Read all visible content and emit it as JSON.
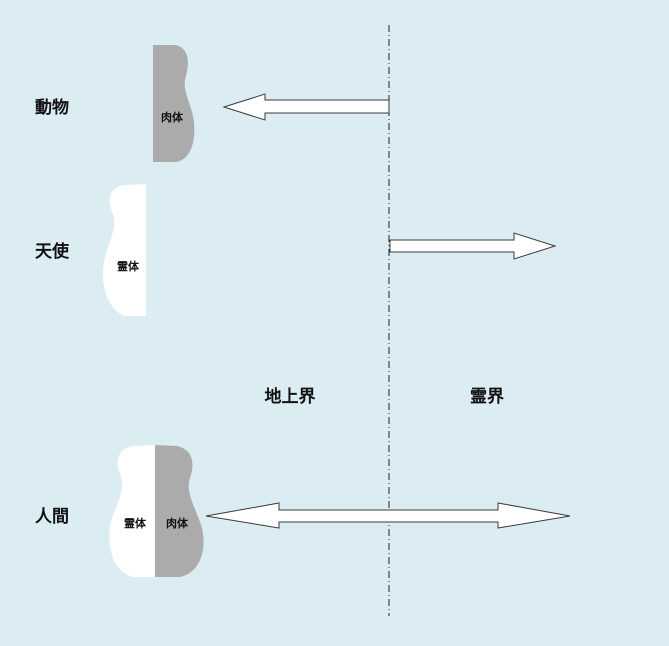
{
  "rows": {
    "animal": {
      "label": "動物",
      "body_label": "肉体"
    },
    "angel": {
      "label": "天使",
      "spirit_label": "霊体"
    },
    "human": {
      "label": "人間",
      "spirit_label": "霊体",
      "body_label": "肉体"
    }
  },
  "realms": {
    "earthly": "地上界",
    "spiritual": "霊界"
  },
  "colors": {
    "background": "#dbedf3",
    "body_fill": "#ababab",
    "spirit_fill": "#ffffff",
    "arrow_fill": "#ffffff",
    "arrow_stroke": "#3a3a3a"
  }
}
